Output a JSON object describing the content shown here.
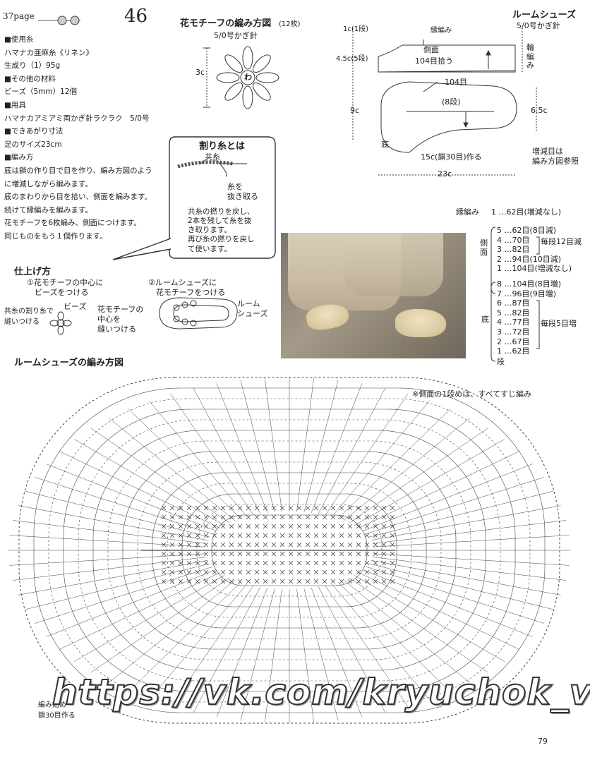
{
  "header": {
    "page_label": "37page",
    "number": "46"
  },
  "materials": {
    "lines": [
      "■使用糸",
      "ハマナカ亜麻糸《リネン》",
      "生成り（1）95g",
      "■その他の材料",
      "ビーズ（5mm）12個",
      "■用具",
      "ハマナカアミアミ両かぎ針ラクラク　5/0号",
      "■できあがり寸法",
      "足のサイズ23cm",
      "■編み方",
      "底は鎖の作り目で目を作り、編み方図のよう",
      "に増減しながら編みます。",
      "底のまわりから目を拾い、側面を編みます。",
      "続けて縁編みを編みます。",
      "花モチーフを6枚編み、側面につけます。",
      "同じものをもう１個作ります。"
    ]
  },
  "motif": {
    "title": "花モチーフの編み方図",
    "count": "(12枚)",
    "hook": "5/0号かぎ針",
    "size": "3c",
    "center": "わ"
  },
  "split_yarn": {
    "title": "割り糸とは",
    "label_tomo": "共糸",
    "label_pull": "糸を\n抜き取る",
    "desc": "共糸の撚りを戻し、\n2本を残して糸を抜\nき取ります。\n再び糸の撚りを戻し\nて使います。"
  },
  "finishing": {
    "title": "仕上げ方",
    "step1": "①花モチーフの中心に\n　ビーズをつける",
    "step1_bead": "ビーズ",
    "step1_yarn": "共糸の割り糸で\n縫いつける",
    "step2": "②ルームシューズに\n　花モチーフをつける",
    "step2_flower": "花モチーフの\n中心を\n縫いつける",
    "step2_shoe": "ルーム\nシューズ"
  },
  "room_shoes": {
    "title": "ルームシューズ",
    "hook": "5/0号かぎ針",
    "label_edge": "縁編み",
    "label_1c": "1c(1段)",
    "label_45c": "4.5c(5段)",
    "label_side": "側面",
    "label_pick": "104目拾う",
    "label_rinpen": "輪\n編\nみ",
    "label_104": "104目",
    "label_8dan": "(8段)",
    "label_9c": "9c",
    "label_65c": "6.5c",
    "label_sole": "底",
    "label_15c": "15c(鎖30目)作る",
    "label_23c": "23c",
    "label_note": "増減目は\n編み方図参照"
  },
  "counts": {
    "edge_label": "縁編み",
    "edge_row": "1 …62目(増減なし)",
    "side_label": "側\n面",
    "side_rows": [
      "5 …62目(8目減)",
      "4 …70目",
      "3 …82目",
      "2 …94目(10目減)",
      "1 …104目(増減なし)"
    ],
    "side_note": "毎段12目減",
    "sole_label": "底",
    "sole_rows": [
      "8 …104目(8目増)",
      "7 …96目(9目増)",
      "6 …87目",
      "5 …82目",
      "4 …77目",
      "3 …72目",
      "2 …67目",
      "1 …62目"
    ],
    "sole_note": "毎段5目増",
    "dan": "段"
  },
  "chart": {
    "title": "ルームシューズの編み方図",
    "note": "※側面の1段めは、すべてすじ編み",
    "start_note": "編み始め\n鎖30目作る"
  },
  "watermark": "https://vk.com/kryuchok_v",
  "footer": {
    "page": "79"
  },
  "colors": {
    "line": "#333333",
    "paper": "#ffffff"
  }
}
